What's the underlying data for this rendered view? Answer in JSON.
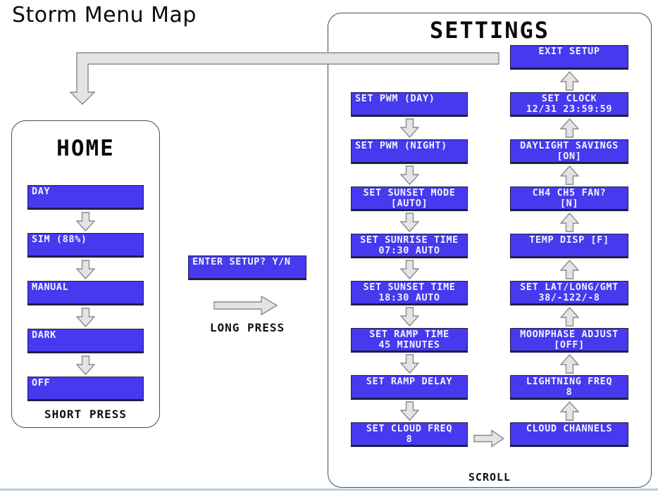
{
  "page": {
    "title": "Storm Menu Map"
  },
  "colors": {
    "lcd_blue": "#4639ee",
    "lcd_border": "#1e1e46",
    "lcd_text": "#f2f2ff",
    "arrow_fill": "#e4e4e4",
    "arrow_stroke": "#8a8a8a",
    "panel_border": "#4a4a4a",
    "label_text": "#111111",
    "bottom_line": "#b9cfe4"
  },
  "home": {
    "title": "HOME",
    "footer": "SHORT PRESS",
    "items": [
      {
        "line1": "DAY",
        "line2": "",
        "align": "left"
      },
      {
        "line1": "SIM (88%)",
        "line2": "",
        "align": "left"
      },
      {
        "line1": "MANUAL",
        "line2": "",
        "align": "left"
      },
      {
        "line1": "DARK",
        "line2": "",
        "align": "left"
      },
      {
        "line1": "OFF",
        "line2": "",
        "align": "left"
      }
    ]
  },
  "transition": {
    "lcd": {
      "line1": "ENTER SETUP? Y/N",
      "line2": "",
      "align": "left"
    },
    "arrow_label": "LONG PRESS"
  },
  "settings": {
    "title": "SETTINGS",
    "footer": "SCROLL",
    "left_column": [
      {
        "line1": "SET PWM (DAY)",
        "line2": "",
        "align": "left"
      },
      {
        "line1": "SET PWM (NIGHT)",
        "line2": "",
        "align": "left"
      },
      {
        "line1": "SET SUNSET MODE",
        "line2": "[AUTO]",
        "align": "center"
      },
      {
        "line1": "SET SUNRISE TIME",
        "line2": "07:30 AUTO",
        "align": "center"
      },
      {
        "line1": "SET SUNSET TIME",
        "line2": "18:30 AUTO",
        "align": "center"
      },
      {
        "line1": "SET RAMP TIME",
        "line2": "45 MINUTES",
        "align": "center"
      },
      {
        "line1": "SET RAMP DELAY",
        "line2": "",
        "align": "center"
      },
      {
        "line1": "SET CLOUD FREQ",
        "line2": "8",
        "align": "center"
      }
    ],
    "right_column": [
      {
        "line1": "EXIT SETUP",
        "line2": "",
        "align": "center"
      },
      {
        "line1": "SET CLOCK",
        "line2": "12/31 23:59:59",
        "align": "center"
      },
      {
        "line1": "DAYLIGHT SAVINGS",
        "line2": "[ON]",
        "align": "center"
      },
      {
        "line1": "CH4 CH5 FAN?",
        "line2": "[N]",
        "align": "center"
      },
      {
        "line1": "TEMP DISP [F]",
        "line2": "",
        "align": "center"
      },
      {
        "line1": "SET LAT/LONG/GMT",
        "line2": "38/-122/-8",
        "align": "center"
      },
      {
        "line1": "MOONPHASE ADJUST",
        "line2": "[OFF]",
        "align": "center"
      },
      {
        "line1": "LIGHTNING FREQ",
        "line2": "8",
        "align": "center"
      },
      {
        "line1": "CLOUD CHANNELS",
        "line2": "",
        "align": "center"
      }
    ]
  }
}
